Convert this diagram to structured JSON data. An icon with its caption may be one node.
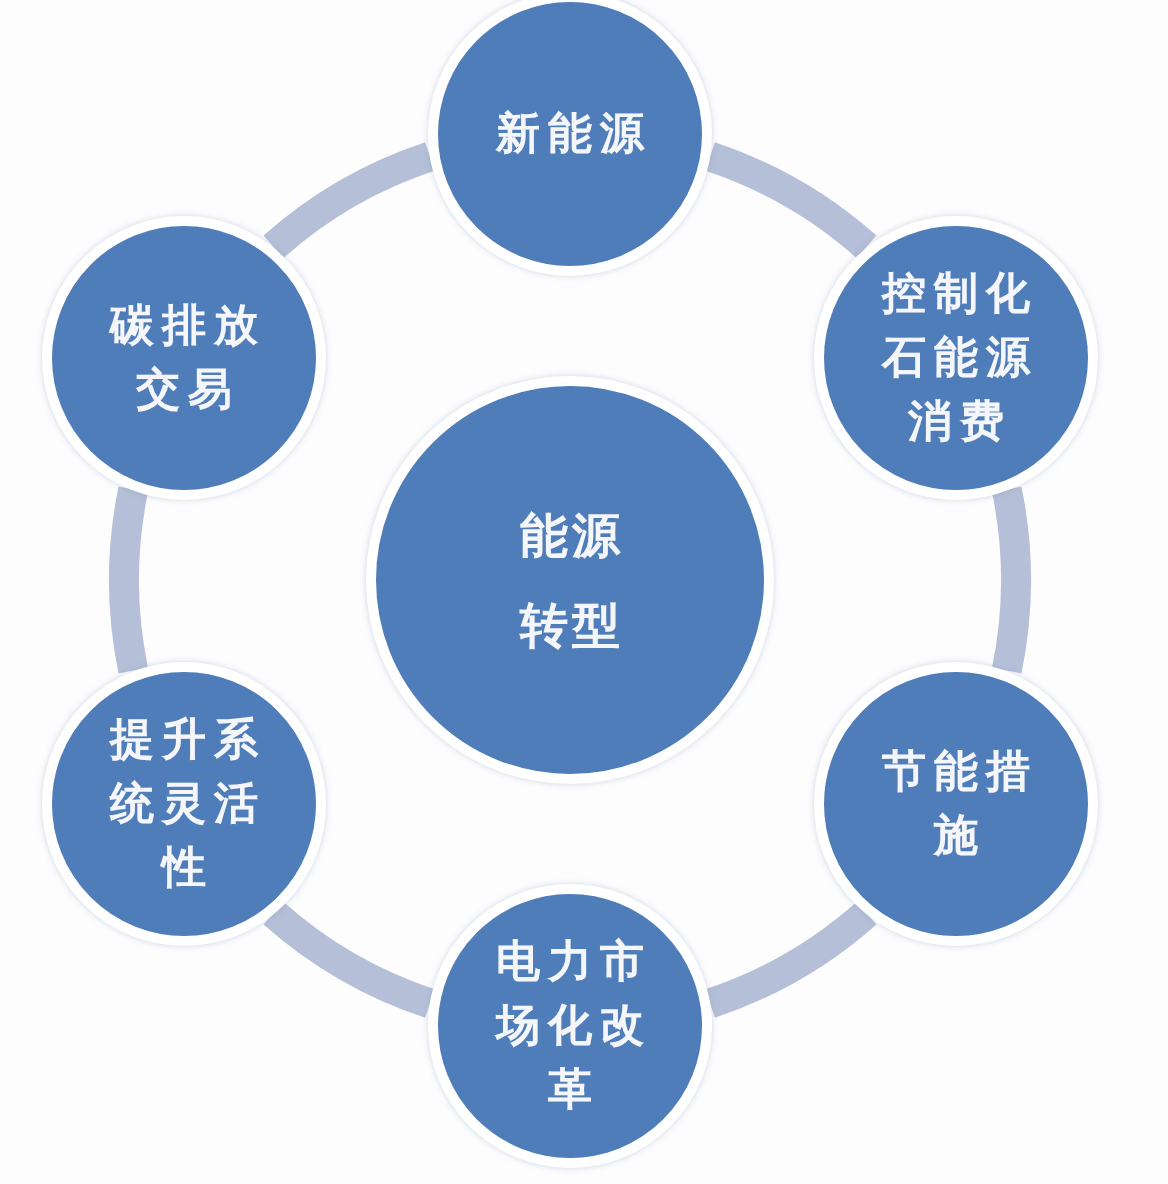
{
  "diagram": {
    "nodes": [
      {
        "text": [
          "新能源"
        ]
      },
      {
        "text": [
          "碳排放交易"
        ]
      },
      {
        "text": [
          "控制化石能源消费"
        ]
      },
      {
        "text": [
          "能源转型"
        ]
      },
      {
        "text": [
          "提升系统灵活性"
        ]
      },
      {
        "text": [
          "节能措施"
        ]
      },
      {
        "text": [
          "电力市场化改革"
        ]
      }
    ],
    "edges": [
      {
        "from": 0,
        "to": 2,
        "arrow": "none"
      },
      {
        "from": 2,
        "to": 5,
        "arrow": "none"
      },
      {
        "from": 5,
        "to": 6,
        "arrow": "none"
      },
      {
        "from": 6,
        "to": 4,
        "arrow": "none"
      },
      {
        "from": 4,
        "to": 1,
        "arrow": "none"
      },
      {
        "from": 1,
        "to": 0,
        "arrow": "none"
      }
    ]
  }
}
